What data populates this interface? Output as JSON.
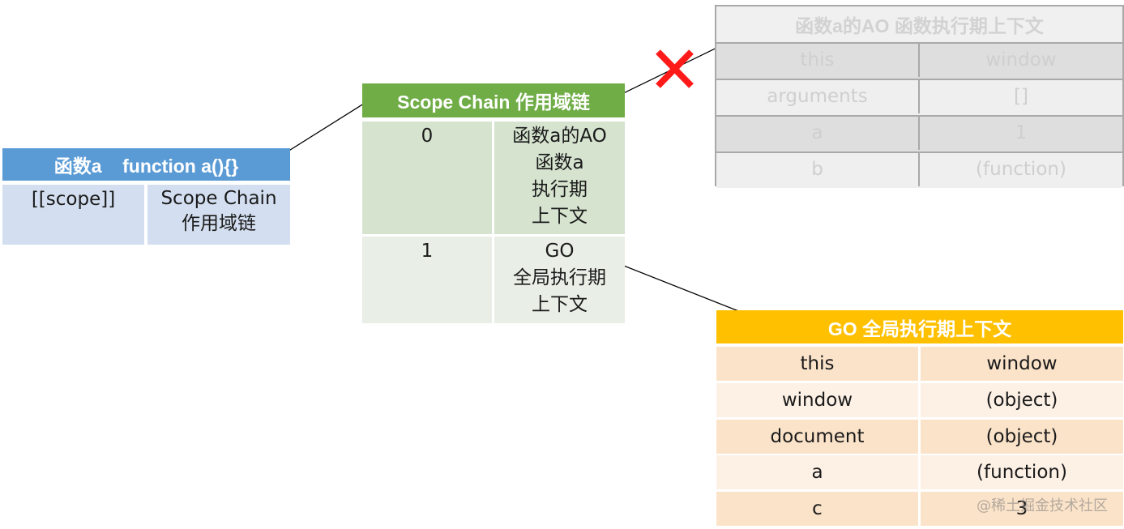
{
  "function_table": {
    "header": "函数a    function a(){}",
    "rows": [
      {
        "key": "[[scope]]",
        "value": "Scope Chain\n作用域链"
      }
    ],
    "color": "#5b9bd5"
  },
  "scope_chain": {
    "header": "Scope Chain 作用域链",
    "color": "#70ad47",
    "rows": [
      {
        "index": "0",
        "value": "函数a的AO\n函数a\n执行期\n上下文"
      },
      {
        "index": "1",
        "value": "GO\n全局执行期\n上下文"
      }
    ]
  },
  "ao_table": {
    "header": "函数a的AO 函数执行期上下文",
    "faded": true,
    "crossed_out": true,
    "rows": [
      {
        "key": "this",
        "value": "window"
      },
      {
        "key": "arguments",
        "value": "[]"
      },
      {
        "key": "a",
        "value": "1"
      },
      {
        "key": "b",
        "value": "(function)"
      }
    ]
  },
  "go_table": {
    "header": "GO 全局执行期上下文",
    "color": "#ffc000",
    "rows": [
      {
        "key": "this",
        "value": "window"
      },
      {
        "key": "window",
        "value": "(object)"
      },
      {
        "key": "document",
        "value": "(object)"
      },
      {
        "key": "a",
        "value": "(function)"
      },
      {
        "key": "c",
        "value": "3"
      }
    ]
  },
  "cross_mark": {
    "color": "#ff0000",
    "meaning": "link-removed"
  },
  "watermark": "@稀土掘金技术社区"
}
